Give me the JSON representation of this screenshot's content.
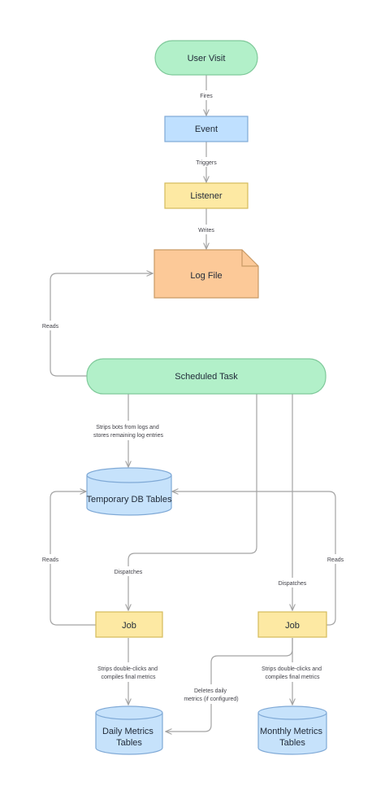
{
  "colors": {
    "terminal_fill": "#b2f0c9",
    "terminal_stroke": "#7fc99a",
    "event_fill": "#bfe0ff",
    "event_stroke": "#7fa9d6",
    "process_fill": "#fde9a3",
    "process_stroke": "#d4bb5b",
    "file_fill": "#fcc998",
    "file_stroke": "#c99a66",
    "db_fill": "#c6e2fb",
    "db_stroke": "#7fa9d6",
    "edge": "#a3a3a3"
  },
  "nodes": {
    "user_visit": "User Visit",
    "event": "Event",
    "listener": "Listener",
    "log_file": "Log File",
    "scheduled_task": "Scheduled Task",
    "temp_db": "Temporary DB Tables",
    "job_left": "Job",
    "job_right": "Job",
    "daily_metrics": [
      "Daily Metrics",
      "Tables"
    ],
    "monthly_metrics": [
      "Monthly Metrics",
      "Tables"
    ]
  },
  "edges": {
    "fires": "Fires",
    "triggers": "Triggers",
    "writes": "Writes",
    "reads_log": "Reads",
    "strips_bots": [
      "Strips bots from logs and",
      "stores remaining log entries"
    ],
    "reads_left": "Reads",
    "reads_right": "Reads",
    "dispatches_left": "Dispatches",
    "dispatches_right": "Dispatches",
    "strips_left": [
      "Strips double-clicks and",
      "compiles final metrics"
    ],
    "deletes_daily": [
      "Deletes daily",
      "metrics (if configured)"
    ],
    "strips_right": [
      "Strips double-clicks and",
      "compiles final metrics"
    ]
  }
}
